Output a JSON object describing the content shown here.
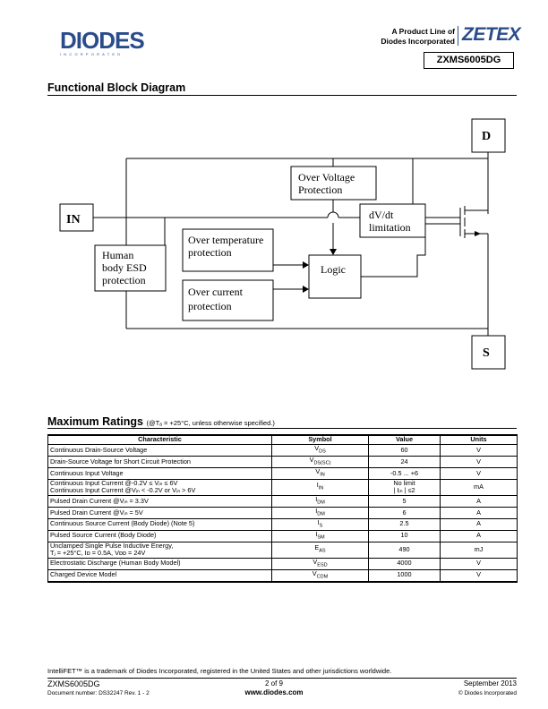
{
  "header": {
    "diodes_logo_word": "DIODES",
    "diodes_logo_sub": "INCORPORATED",
    "product_line_1": "A Product Line of",
    "product_line_2": "Diodes Incorporated",
    "zetex_logo": "ZETEX",
    "part_number": "ZXMS6005DG"
  },
  "functional_block_diagram": {
    "title": "Functional Block Diagram",
    "pin_d": "D",
    "pin_in": "IN",
    "pin_s": "S",
    "over_voltage_1": "Over Voltage",
    "over_voltage_2": "Protection",
    "dvdt_1": "dV/dt",
    "dvdt_2": "limitation",
    "human_1": "Human",
    "human_2": "body ESD",
    "human_3": "protection",
    "over_temp_1": "Over temperature",
    "over_temp_2": "protection",
    "over_current_1": "Over current",
    "over_current_2": "protection",
    "logic": "Logic"
  },
  "max_ratings": {
    "title": "Maximum Ratings",
    "condition": "(@Tₐ = +25°C, unless otherwise specified.)",
    "headers": [
      "Characteristic",
      "Symbol",
      "Value",
      "Units"
    ],
    "rows": [
      {
        "char": "Continuous Drain-Source Voltage",
        "sym": "V",
        "sub": "DS",
        "val": "60",
        "unit": "V"
      },
      {
        "char": "Drain-Source Voltage for Short Circuit Protection",
        "sym": "V",
        "sub": "DS(SC)",
        "val": "24",
        "unit": "V"
      },
      {
        "char": "Continuous Input Voltage",
        "sym": "V",
        "sub": "IN",
        "val": "-0.5 ... +6",
        "unit": "V"
      },
      {
        "char": "Continuous Input Current @-0.2V ≤ Vᵢₙ ≤ 6V",
        "char2": "Continuous Input Current @Vᵢₙ < -0.2V or Vᵢₙ > 6V",
        "sym": "I",
        "sub": "IN",
        "val": "No limit",
        "val2": "| Iᵢₙ | ≤2",
        "unit": "mA"
      },
      {
        "char": "Pulsed Drain Current @Vᵢₙ = 3.3V",
        "sym": "I",
        "sub": "DM",
        "val": "5",
        "unit": "A"
      },
      {
        "char": "Pulsed Drain Current @Vᵢₙ = 5V",
        "sym": "I",
        "sub": "DM",
        "val": "6",
        "unit": "A"
      },
      {
        "char": "Continuous Source Current (Body Diode)  (Note 5)",
        "sym": "I",
        "sub": "S",
        "val": "2.5",
        "unit": "A"
      },
      {
        "char": "Pulsed Source Current (Body Diode)",
        "sym": "I",
        "sub": "SM",
        "val": "10",
        "unit": "A"
      },
      {
        "char": "Unclamped Single Pulse Inductive Energy,",
        "char2": "Tⱼ = +25°C, Iᴅ = 0.5A, Vᴅᴅ = 24V",
        "sym": "E",
        "sub": "AS",
        "val": "490",
        "unit": "mJ"
      },
      {
        "char": "Electrostatic Discharge (Human Body Model)",
        "sym": "V",
        "sub": "ESD",
        "val": "4000",
        "unit": "V"
      },
      {
        "char": "Charged Device Model",
        "sym": "V",
        "sub": "CDM",
        "val": "1000",
        "unit": "V"
      }
    ]
  },
  "footer": {
    "trademark": "IntelliFET™ is a trademark of Diodes Incorporated, registered in the United States and other jurisdictions worldwide.",
    "part": "ZXMS6005DG",
    "doc_number": "Document number: DS32247 Rev. 1 - 2",
    "page": "2 of 9",
    "url": "www.diodes.com",
    "date": "September 2013",
    "copyright": "© Diodes Incorporated"
  }
}
